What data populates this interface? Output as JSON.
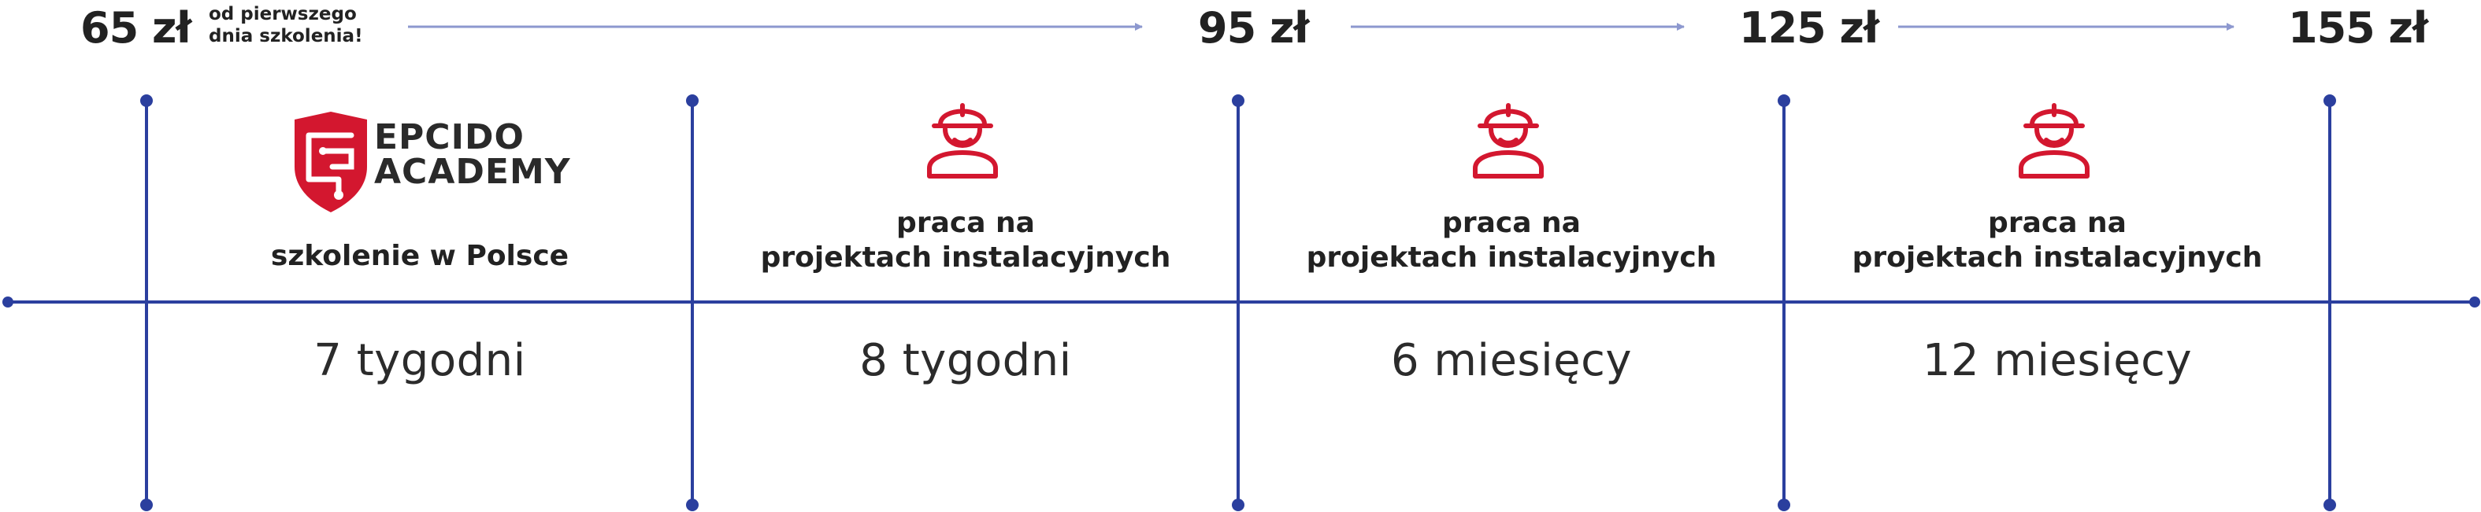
{
  "colors": {
    "timeline": "#2b3f9e",
    "arrow": "#8d98cf",
    "accent": "#d3172f",
    "text": "#222222"
  },
  "prices": [
    {
      "label": "65 zł"
    },
    {
      "label": "95 zł"
    },
    {
      "label": "125 zł"
    },
    {
      "label": "155 zł"
    }
  ],
  "first_price_note": {
    "line1": "od pierwszego",
    "line2": "dnia szkolenia!"
  },
  "logo": {
    "line1": "EPCIDO",
    "line2": "ACADEMY",
    "icon": "epcido-shield-icon"
  },
  "stages": [
    {
      "caption_line1": "szkolenie w Polsce",
      "caption_line2": "",
      "duration": "7 tygodni",
      "icon": "epcido-logo"
    },
    {
      "caption_line1": "praca na",
      "caption_line2": "projektach instalacyjnych",
      "duration": "8 tygodni",
      "icon": "worker-helmet-icon"
    },
    {
      "caption_line1": "praca na",
      "caption_line2": "projektach instalacyjnych",
      "duration": "6 miesięcy",
      "icon": "worker-helmet-icon"
    },
    {
      "caption_line1": "praca na",
      "caption_line2": "projektach instalacyjnych",
      "duration": "12 miesięcy",
      "icon": "worker-helmet-icon"
    }
  ]
}
